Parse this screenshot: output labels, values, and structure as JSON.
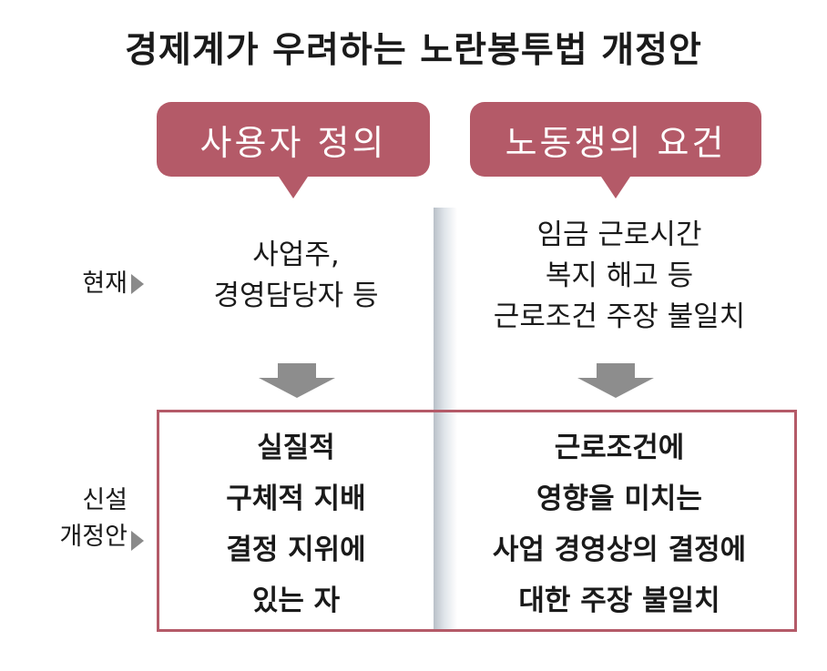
{
  "title": "경제계가 우려하는 노란봉투법 개정안",
  "columns": {
    "employer": {
      "heading": "사용자 정의"
    },
    "dispute": {
      "heading": "노동쟁의 요건"
    }
  },
  "rows": {
    "current": {
      "label": "현재",
      "employer_lines": [
        "사업주,",
        "경영담당자 등"
      ],
      "dispute_lines": [
        "임금 근로시간",
        "복지 해고 등",
        "근로조건 주장 불일치"
      ]
    },
    "new": {
      "label_lines": [
        "신설",
        "개정안"
      ],
      "employer_lines": [
        "실질적",
        "구체적 지배",
        "결정 지위에",
        "있는 자"
      ],
      "dispute_lines": [
        "근로조건에",
        "영향을 미치는",
        "사업 경영상의 결정에",
        "대한 주장 불일치"
      ]
    }
  },
  "colors": {
    "accent": "#b45a68",
    "arrow": "#8d8d8d",
    "text": "#1a1a1a"
  }
}
